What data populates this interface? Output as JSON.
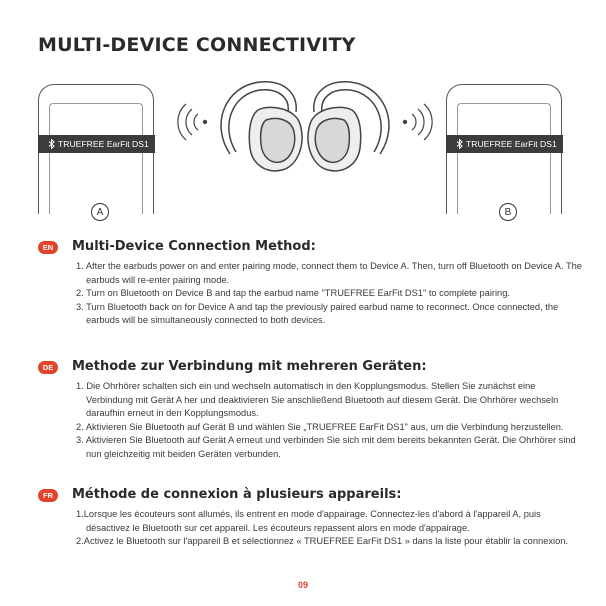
{
  "title": "MULTI-DEVICE CONNECTIVITY",
  "illustration": {
    "left_device_label": "TRUEFREE EarFit DS1",
    "right_device_label": "TRUEFREE EarFit DS1",
    "device_a": "A",
    "device_b": "B",
    "bluetooth_icon": "bluetooth-icon",
    "signal_icon": "wireless-signal-icon"
  },
  "accent_color": "#e2432a",
  "sections": [
    {
      "lang": "EN",
      "heading": "Multi-Device Connection Method:",
      "items": [
        "1. After the earbuds power on and enter pairing mode, connect them to Device A. Then, turn off Bluetooth on Device A. The earbuds will re-enter pairing mode.",
        "2. Turn on Bluetooth on Device B and tap the earbud name \"TRUEFREE EarFit DS1\" to complete pairing.",
        "3. Turn Bluetooth back on for Device A and tap the previously paired earbud name to reconnect. Once connected, the earbuds will be simultaneously connected to both devices."
      ]
    },
    {
      "lang": "DE",
      "heading": "Methode zur Verbindung mit mehreren Geräten:",
      "items": [
        "1. Die Ohrhörer schalten sich ein und wechseln automatisch in den Kopplungsmodus. Stellen Sie zunächst eine Verbindung mit Gerät A her und deaktivieren Sie anschließend Bluetooth auf diesem Gerät. Die Ohrhörer wechseln daraufhin erneut in den Kopplungsmodus.",
        "2. Aktivieren Sie Bluetooth auf Gerät B und wählen Sie „TRUEFREE EarFit DS1\" aus, um die Verbindung herzustellen.",
        "3. Aktivieren Sie Bluetooth auf Gerät A erneut und verbinden Sie sich mit dem bereits bekannten Gerät. Die Ohrhörer sind nun gleichzeitig mit beiden Geräten verbunden."
      ]
    },
    {
      "lang": "FR",
      "heading": "Méthode de connexion à plusieurs appareils:",
      "items": [
        "1.Lorsque les écouteurs sont allumés, ils entrent en mode d'appairage. Connectez-les d'abord à l'appareil A, puis désactivez le Bluetooth sur cet appareil. Les écouteurs repassent alors en mode d'appairage.",
        "2.Activez le Bluetooth sur l'appareil B et sélectionnez « TRUEFREE EarFit DS1 » dans la liste pour établir la connexion."
      ]
    }
  ],
  "page_number": "09"
}
